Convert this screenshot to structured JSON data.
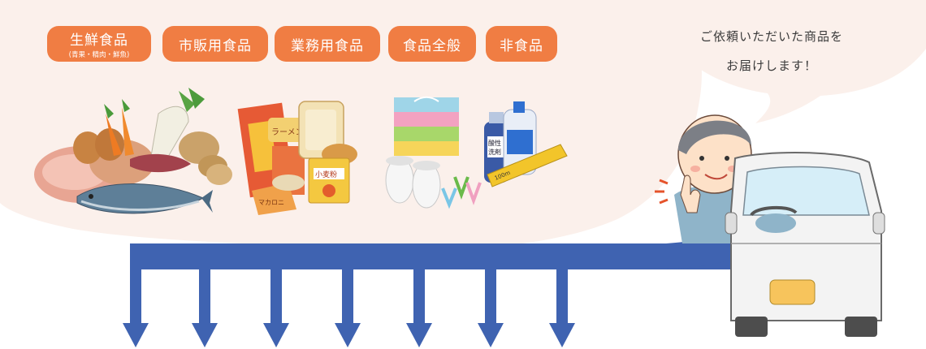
{
  "categories": [
    {
      "label": "生鮮食品",
      "sub": "(青果・精肉・鮮魚)"
    },
    {
      "label": "市販用食品",
      "sub": ""
    },
    {
      "label": "業務用食品",
      "sub": ""
    },
    {
      "label": "食品全般",
      "sub": ""
    },
    {
      "label": "非食品",
      "sub": ""
    }
  ],
  "speech": {
    "line1": "ご依頼いただいた商品を",
    "line2": "お届けします！"
  },
  "item_labels": {
    "ramen": "ラーメン",
    "flour": "小麦粉",
    "detergent_1": "酸性",
    "detergent_2": "洗剤",
    "wrap": "100m",
    "macaroni": "マカロニ"
  },
  "colors": {
    "bubble": "#fbf0eb",
    "pill": "#f07d43",
    "arrow": "#3f63b1",
    "van": "#f3f3f3",
    "plate": "#f7c45c"
  },
  "icons": [
    "produce-meat-fish-illustration",
    "packaged-food-illustration",
    "daily-goods-illustration",
    "driver-illustration",
    "delivery-van-illustration"
  ]
}
